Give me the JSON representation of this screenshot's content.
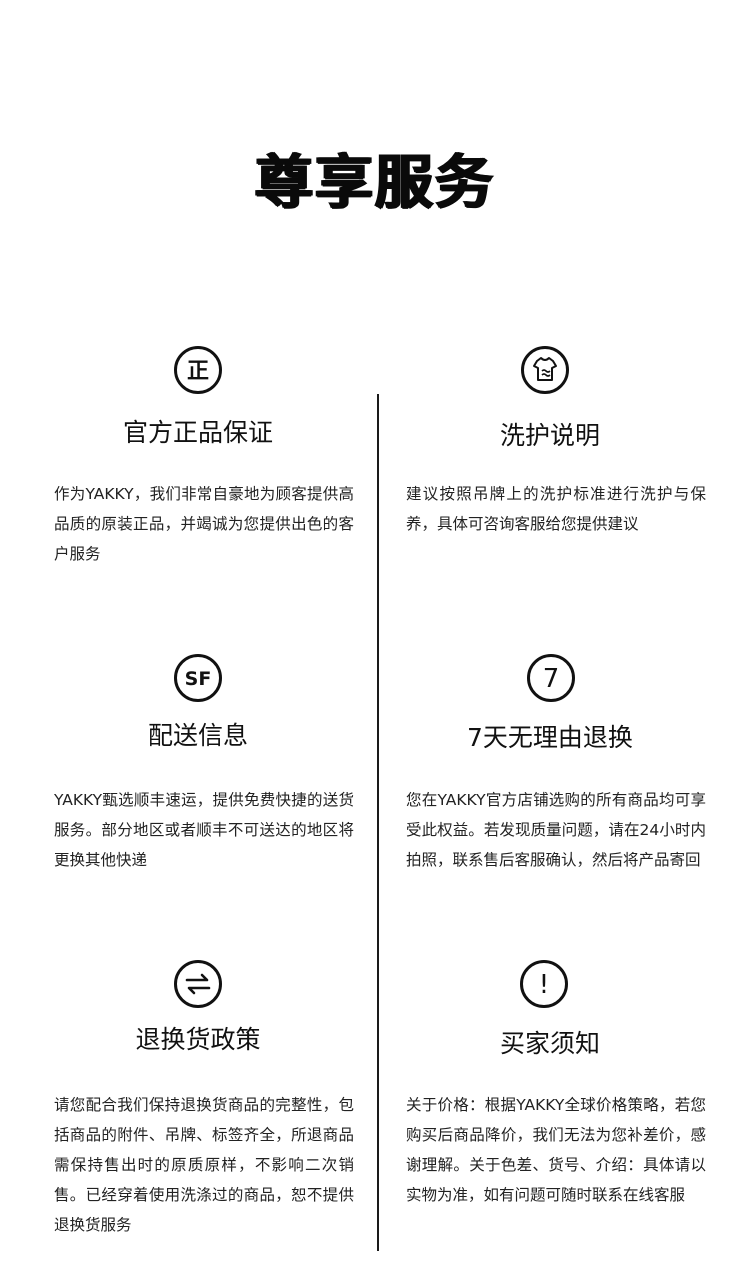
{
  "page": {
    "title": "尊享服务",
    "colors": {
      "text": "#111111",
      "background": "#ffffff",
      "divider": "#1a1a1a"
    }
  },
  "services": [
    {
      "icon": "authentic-zheng-icon",
      "title": "官方正品保证",
      "icon_glyph": "正",
      "body": "作为YAKKY，我们非常自豪地为顾客提供高品质的原装正品，并竭诚为您提供出色的客户服务"
    },
    {
      "icon": "tshirt-wash-icon",
      "title": "洗护说明",
      "body": "建议按照吊牌上的洗护标准进行洗护与保养，具体可咨询客服给您提供建议"
    },
    {
      "icon": "sf-express-icon",
      "title": "配送信息",
      "icon_glyph": "SF",
      "body": "YAKKY甄选顺丰速运，提供免费快捷的送货服务。部分地区或者顺丰不可送达的地区将更换其他快递"
    },
    {
      "icon": "seven-days-icon",
      "title": "7天无理由退换",
      "icon_glyph": "7",
      "body": "您在YAKKY官方店铺选购的所有商品均可享受此权益。若发现质量问题，请在24小时内拍照，联系售后客服确认，然后将产品寄回"
    },
    {
      "icon": "exchange-arrows-icon",
      "title": "退换货政策",
      "body": "请您配合我们保持退换货商品的完整性，包括商品的附件、吊牌、标签齐全，所退商品需保持售出时的原质原样，不影响二次销售。已经穿着使用洗涤过的商品，恕不提供退换货服务"
    },
    {
      "icon": "exclamation-icon",
      "title": "买家须知",
      "icon_glyph": "!",
      "body": "关于价格：根据YAKKY全球价格策略，若您购买后商品降价，我们无法为您补差价，感谢理解。关于色差、货号、介绍：具体请以实物为准，如有问题可随时联系在线客服"
    }
  ]
}
